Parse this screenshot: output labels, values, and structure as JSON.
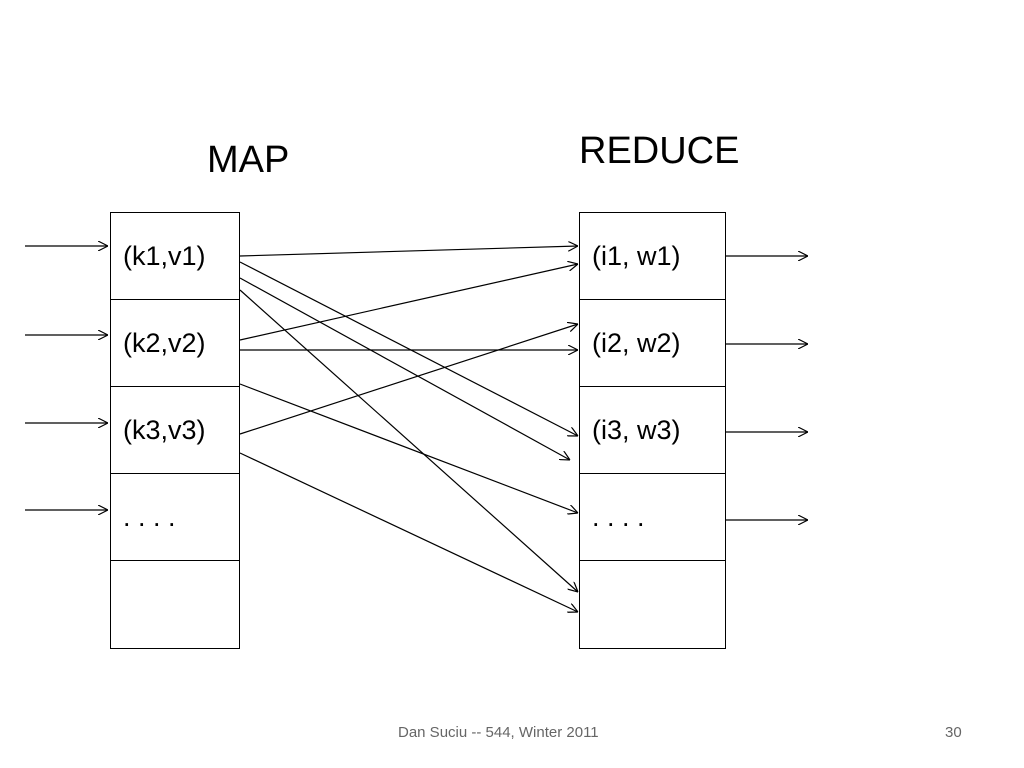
{
  "diagram": {
    "map_title": "MAP",
    "reduce_title": "REDUCE",
    "map_cells": [
      "(k1,v1)",
      "(k2,v2)",
      "(k3,v3)",
      ". . . .",
      ""
    ],
    "reduce_cells": [
      "(i1, w1)",
      "(i2, w2)",
      "(i3, w3)",
      ". . . .",
      ""
    ]
  },
  "footer": {
    "text": "Dan Suciu -- 544, Winter 2011",
    "page_number": "30"
  }
}
